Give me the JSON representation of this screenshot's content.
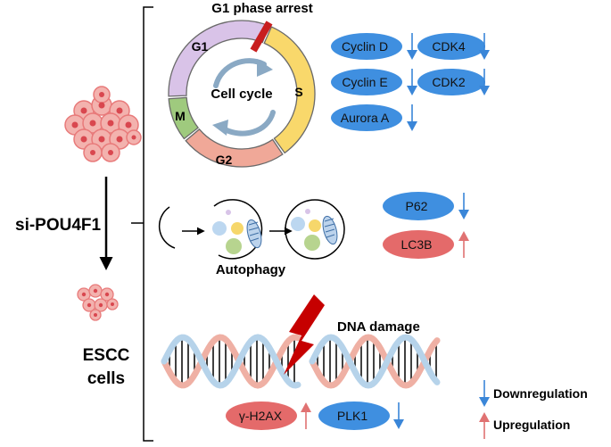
{
  "left": {
    "treatment": "si-POU4F1",
    "cells_line1": "ESCC",
    "cells_line2": "cells"
  },
  "cell_cycle": {
    "arrest_label": "G1 phase arrest",
    "center_label": "Cell cycle",
    "phases": {
      "g1": "G1",
      "s": "S",
      "g2": "G2",
      "m": "M"
    },
    "colors": {
      "g1": "#d9c3e8",
      "s": "#f9d86b",
      "g2": "#f0a898",
      "m": "#9fca7e"
    },
    "proteins": [
      "Cyclin D",
      "CDK4",
      "Cyclin E",
      "CDK2",
      "Aurora A"
    ]
  },
  "autophagy": {
    "label": "Autophagy",
    "proteins": [
      {
        "name": "P62",
        "trend": "down"
      },
      {
        "name": "LC3B",
        "trend": "up"
      }
    ]
  },
  "dna": {
    "label": "DNA damage",
    "proteins": [
      {
        "name": "γ-H2AX",
        "trend": "up"
      },
      {
        "name": "PLK1",
        "trend": "down"
      }
    ]
  },
  "legend": {
    "down_label": "Downregulation",
    "up_label": "Upregulation"
  },
  "colors": {
    "blue": "#3f8fe0",
    "red": "#e46a6a",
    "down_arrow": "#3a86d8",
    "up_arrow": "#e07272",
    "dna_strand_a": "#b6d3ea",
    "dna_strand_b": "#efb0a4",
    "lightning": "#c60000"
  }
}
